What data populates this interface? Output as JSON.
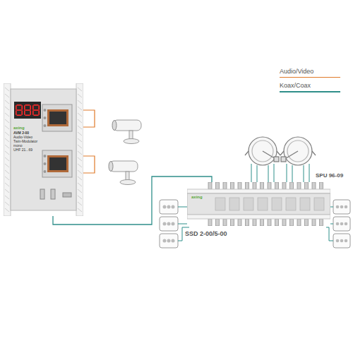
{
  "diagram": {
    "nodes": [
      {
        "text": [
          "axing",
          "AVM 2-00",
          "Audio-Video Twin-Modulator mono",
          "UHF 21...69"
        ]
      },
      {
        "text": [
          "axing"
        ]
      }
    ],
    "edges": [
      {
        "from": 0,
        "to": 1,
        "arrow": "none"
      }
    ],
    "labels": [
      "SPU 96-09",
      "SSD 2-00/5-00"
    ],
    "legend": [
      {
        "text": "Audio/Video"
      },
      {
        "text": "Koax/Coax"
      }
    ]
  }
}
